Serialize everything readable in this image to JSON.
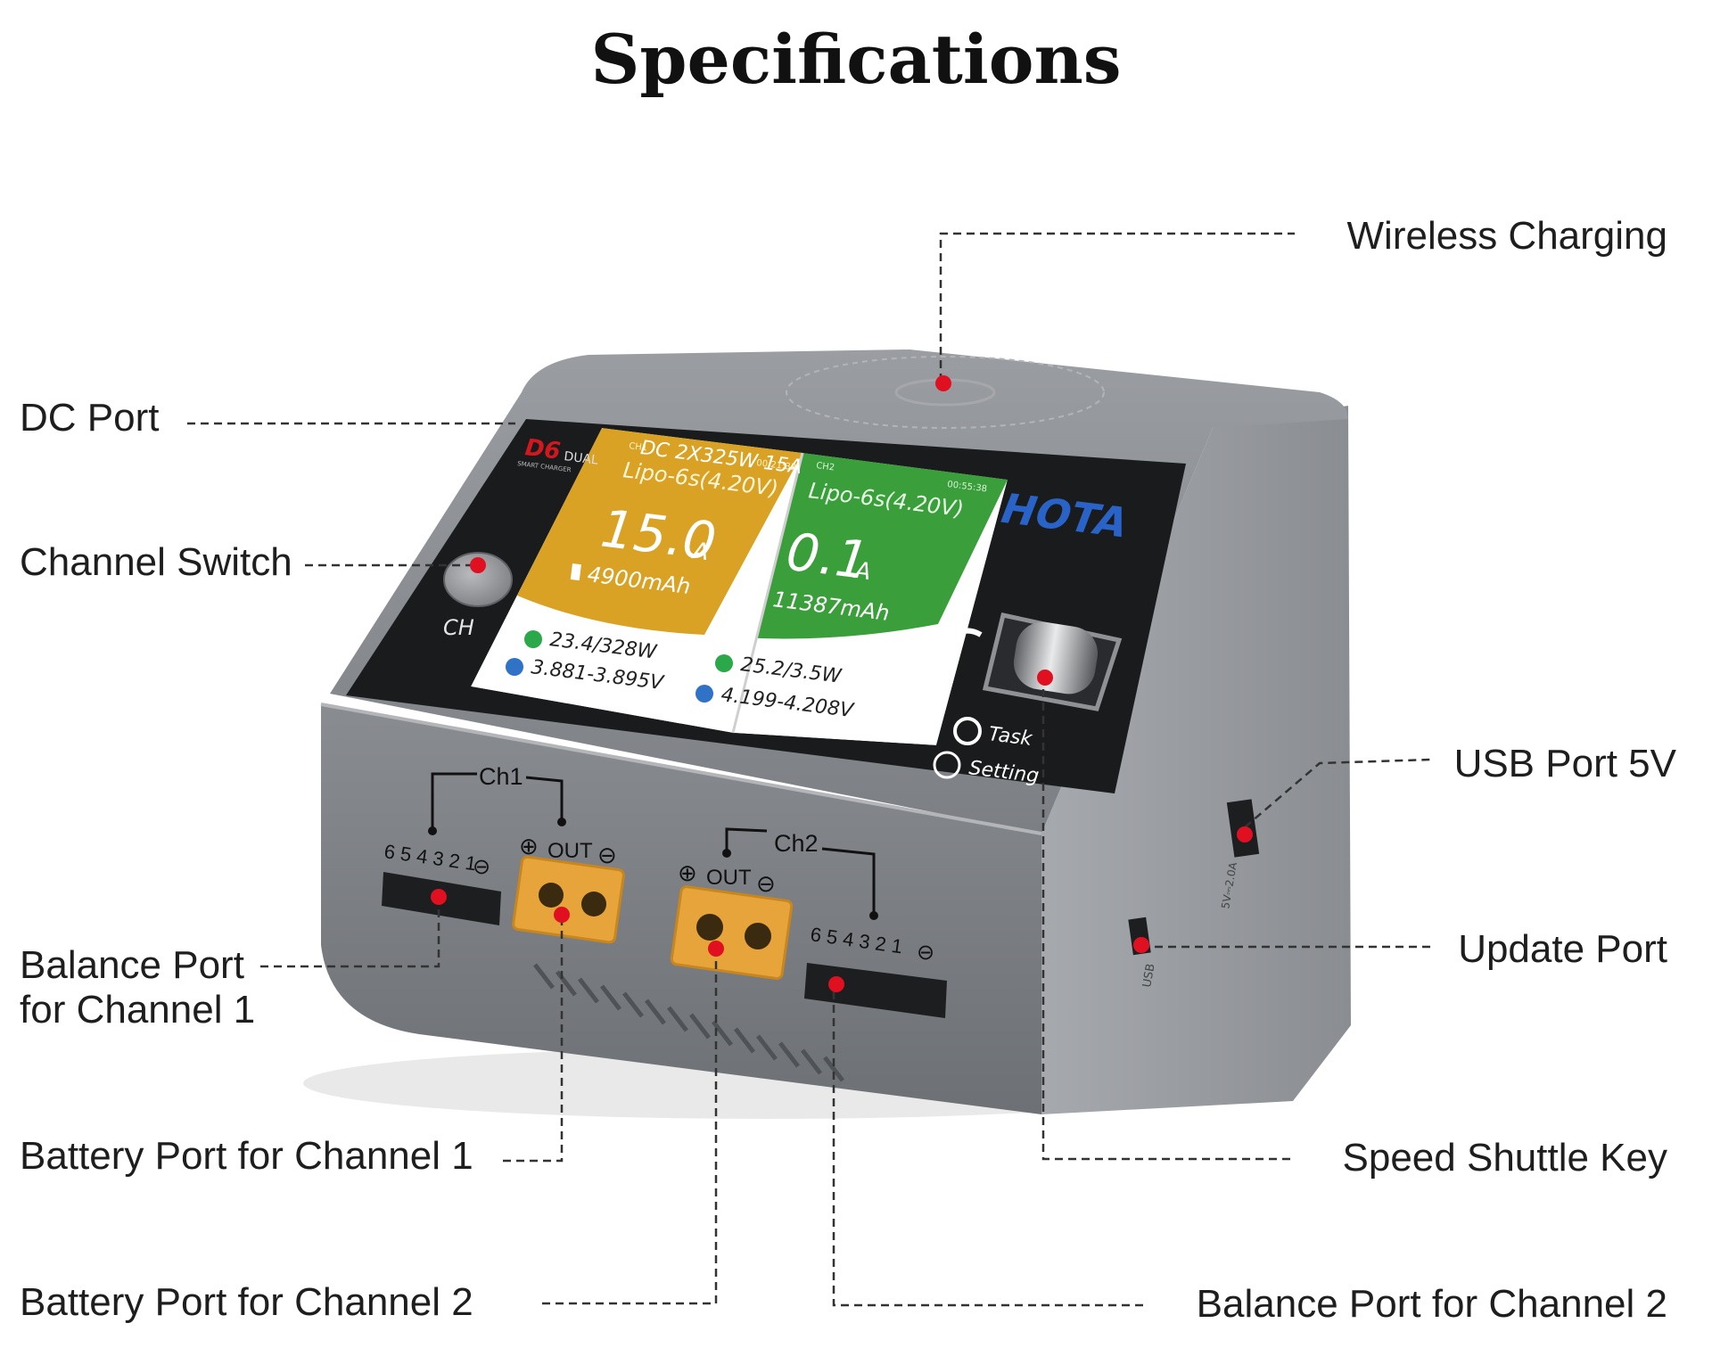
{
  "title": "Specifications",
  "device": {
    "logo_model": "D6",
    "logo_dual": "DUAL",
    "logo_sub": "SMART CHARGER",
    "header": "DC 2X325W 15A",
    "brand": "HOTA",
    "ch_button": "CH",
    "task_label": "Task",
    "setting_label": "Setting",
    "ch1_bracket": "Ch1",
    "ch2_bracket": "Ch2",
    "out_label": "OUT",
    "balance_pins": "6 5 4 3 2 1",
    "usb_side_label": "USB",
    "usb5v_side_label": "5V⎓2.0A",
    "screen": {
      "ch1": {
        "tag": "CH1",
        "time": "00:21:33",
        "battery": "Lipo-6s(4.20V)",
        "current": "15.0",
        "unit": "A",
        "capacity": "4900mAh",
        "power": "23.4/328W",
        "voltage": "3.881-3.895V",
        "color": "#d9a225"
      },
      "ch2": {
        "tag": "CH2",
        "time": "00:55:38",
        "battery": "Lipo-6s(4.20V)",
        "current": "0.1",
        "unit": "A",
        "capacity": "11387mAh",
        "power": "25.2/3.5W",
        "voltage": "4.199-4.208V",
        "color": "#3a9e3a"
      }
    }
  },
  "callouts": {
    "wireless": "Wireless Charging",
    "dc_port": "DC Port",
    "channel_switch": "Channel Switch",
    "usb_5v": "USB Port 5V",
    "update": "Update Port",
    "balance_ch1_a": "Balance Port",
    "balance_ch1_b": "for Channel 1",
    "battery_ch1": "Battery Port for Channel 1",
    "speed_shuttle": "Speed Shuttle Key",
    "battery_ch2": "Battery Port for Channel 2",
    "balance_ch2": "Balance Port for Channel 2"
  },
  "colors": {
    "marker": "#e01020",
    "leader": "#333333",
    "body": "#8b8e93",
    "body_dark": "#6f7277",
    "screen_bezel": "#1a1b1d",
    "xt60": "#e6a43a",
    "brand_blue": "#2a63c8",
    "logo_red": "#d0181e"
  }
}
